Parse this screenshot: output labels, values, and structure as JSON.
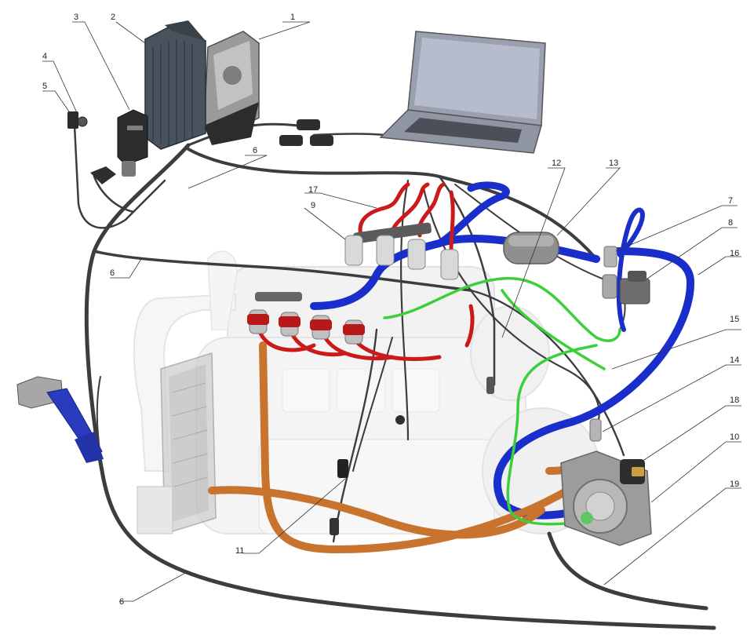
{
  "callouts": {
    "c1": "1",
    "c2": "2",
    "c3": "3",
    "c4": "4",
    "c5": "5",
    "c6a": "6",
    "c6b": "6",
    "c6c": "6",
    "c7": "7",
    "c8": "8",
    "c9": "9",
    "c10": "10",
    "c11": "11",
    "c12": "12",
    "c13": "13",
    "c14": "14",
    "c15": "15",
    "c16": "16",
    "c17": "17",
    "c18": "18",
    "c19": "19"
  },
  "colors": {
    "gas_line": "#1a2ecc",
    "fuel_line_red": "#cc1a1a",
    "coolant_line": "#c8742e",
    "vacuum_line": "#3ccf3c",
    "wiring": "#4a4a4a",
    "engine_ghost": "#dcdcdc"
  }
}
